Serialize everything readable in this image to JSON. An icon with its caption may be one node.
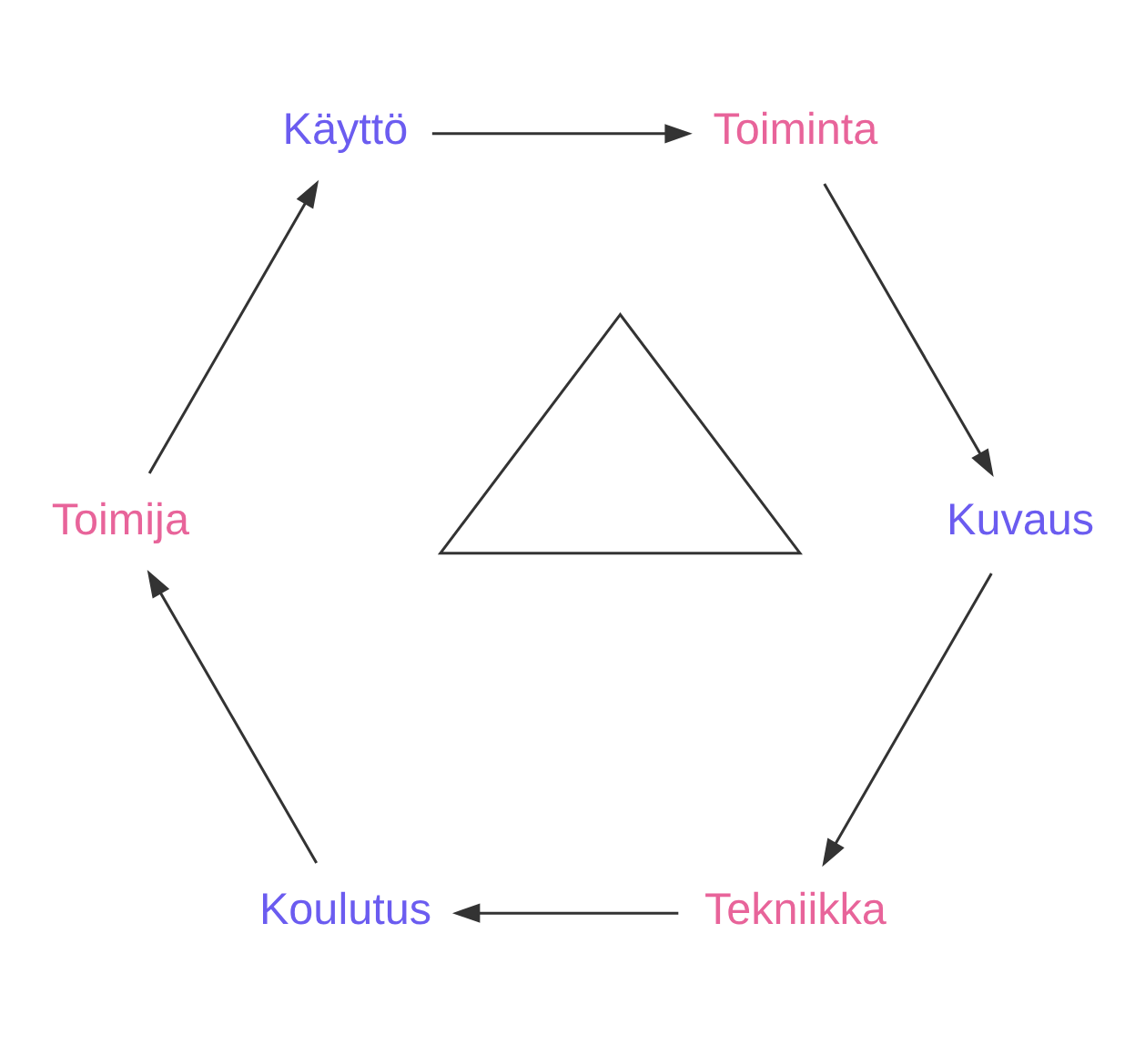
{
  "diagram": {
    "nodes": [
      {
        "text": [
          "Tekniikka"
        ]
      },
      {
        "text": [
          "Koulutus"
        ]
      },
      {
        "text": [
          "Toimija"
        ]
      },
      {
        "text": [
          "Käyttö"
        ]
      },
      {
        "text": [
          "Toiminta"
        ]
      },
      {
        "text": [
          "Kuvaus"
        ]
      },
      {
        "text": [],
        "shape": "triangle"
      }
    ],
    "edges": [
      {
        "from": 0,
        "to": 1,
        "arrow": "to"
      },
      {
        "from": 1,
        "to": 2,
        "arrow": "to"
      },
      {
        "from": 2,
        "to": 3,
        "arrow": "to"
      },
      {
        "from": 3,
        "to": 4,
        "arrow": "to"
      },
      {
        "from": 4,
        "to": 5,
        "arrow": "to"
      },
      {
        "from": 5,
        "to": 0,
        "arrow": "to"
      }
    ]
  }
}
